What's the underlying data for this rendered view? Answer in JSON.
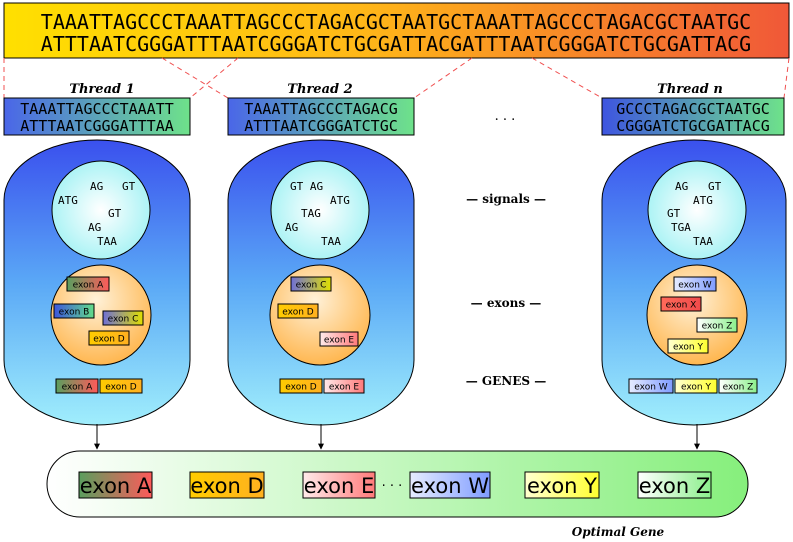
{
  "sequence": {
    "top": "TAAATTAGCCCTAAATTAGCCCTAGACGCTAATGCTAAATTAGCCCTAGACGCTAATGC",
    "bottom": "ATTTAATCGGGATTTAATCGGGATCTGCGATTACGATTTAATCGGGATCTGCGATTACG"
  },
  "threads": [
    {
      "title": "Thread 1",
      "seq_top": "TAAATTAGCCCTAAATT",
      "seq_bottom": "ATTTAATCGGGATTTAA",
      "signals": [
        "AG",
        "GT",
        "ATG",
        "GT",
        "AG",
        "TAA"
      ],
      "exons": [
        "exon A",
        "exon B",
        "exon C",
        "exon D"
      ],
      "genes": [
        "exon A",
        "exon D"
      ]
    },
    {
      "title": "Thread 2",
      "seq_top": "TAAATTAGCCCTAGACG",
      "seq_bottom": "ATTTAATCGGGATCTGC",
      "signals": [
        "GT AG",
        "ATG",
        "TAG",
        "AG",
        "TAA"
      ],
      "exons": [
        "exon C",
        "exon D",
        "exon E"
      ],
      "genes": [
        "exon D",
        "exon E"
      ]
    },
    {
      "title": "Thread n",
      "seq_top": "GCCCTAGACGCTAATGC",
      "seq_bottom": "CGGGATCTGCGATTACG",
      "signals": [
        "AG",
        "GT",
        "ATG",
        "GT",
        "TGA",
        "TAA"
      ],
      "exons": [
        "exon W",
        "exon X",
        "exon Z",
        "exon Y"
      ],
      "genes": [
        "exon W",
        "exon Y",
        "exon Z"
      ]
    }
  ],
  "middle": {
    "ellipsis": ". . .",
    "signals_label": "— signals —",
    "exons_label": "— exons —",
    "genes_label": "— GENES —"
  },
  "optimal": {
    "exons": [
      "exon A",
      "exon D",
      "exon E",
      "exon W",
      "exon Y",
      "exon Z"
    ],
    "dots": "· · ·",
    "caption": "Optimal Gene"
  }
}
